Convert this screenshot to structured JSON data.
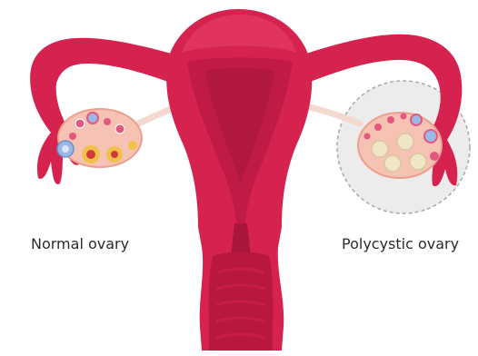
{
  "labels": {
    "normal_ovary": "Normal ovary",
    "polycystic_ovary": "Polycystic ovary"
  },
  "colors": {
    "uterus": "#d6224f",
    "uterus_dark": "#b01842",
    "uterus_light": "#e63a67",
    "cavity": "#c01a47",
    "ovary": "#f6c2b4",
    "ovary_stroke": "#ec9f8e",
    "ligament": "#f3d9cf",
    "follicle_pink": "#e4577e",
    "follicle_blue": "#9ab8e6",
    "cyst": "#efe6c8",
    "zoom_circle": "#ececec",
    "zoom_stroke": "#a8a8a8",
    "corpus_yellow": "#f1c24a",
    "label_text": "#2b2b2b"
  },
  "icons": {
    "zoom": "dashed-circle-magnifier"
  }
}
